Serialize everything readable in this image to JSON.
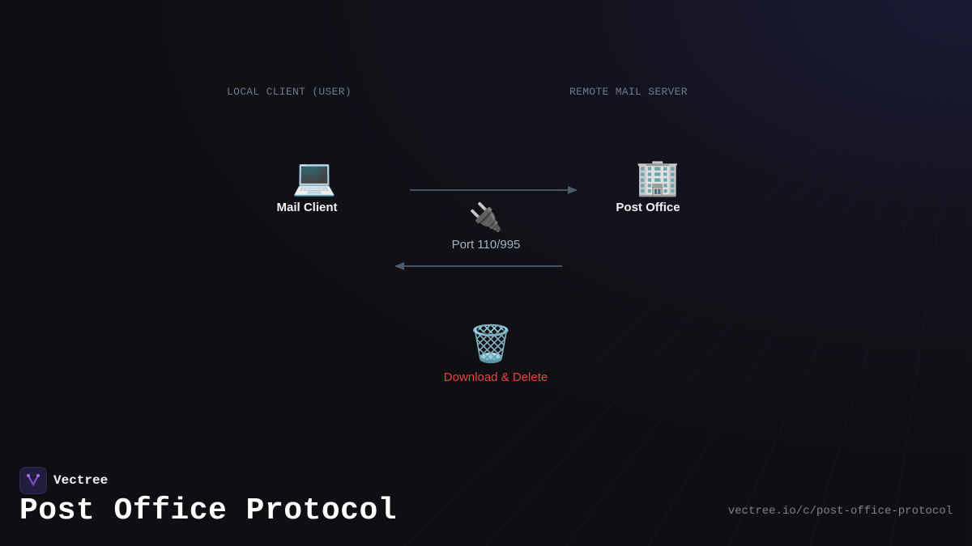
{
  "columns": {
    "left_label": "LOCAL CLIENT (USER)",
    "right_label": "REMOTE MAIL SERVER"
  },
  "nodes": {
    "client": {
      "icon": "laptop-icon",
      "glyph": "💻",
      "label": "Mail Client"
    },
    "server": {
      "icon": "office-building-icon",
      "glyph": "🏢",
      "label": "Post Office"
    }
  },
  "connection": {
    "icon": "electric-plug-icon",
    "glyph": "🔌",
    "label": "Port 110/995"
  },
  "action": {
    "icon": "wastebasket-icon",
    "glyph": "🗑️",
    "label": "Download & Delete",
    "color": "#e8453c"
  },
  "footer": {
    "brand_name": "Vectree",
    "title": "Post Office Protocol",
    "url": "vectree.io/c/post-office-protocol"
  },
  "colors": {
    "background": "#0f0f13",
    "arrow": "#4f5b6e",
    "accent": "#8a4fd6"
  }
}
